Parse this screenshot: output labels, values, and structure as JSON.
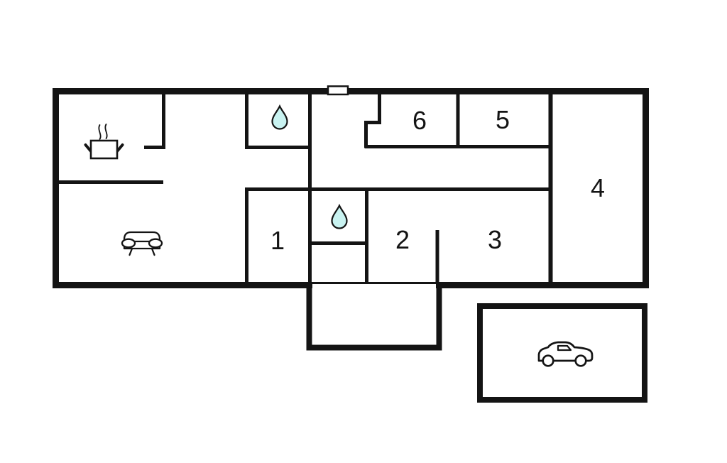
{
  "colors": {
    "wall": "#141414",
    "floor": "#ffffff",
    "water_drop_fill": "#c9f3f1"
  },
  "rooms": {
    "r1": {
      "label": "1"
    },
    "r2": {
      "label": "2"
    },
    "r3": {
      "label": "3"
    },
    "r4": {
      "label": "4"
    },
    "r5": {
      "label": "5"
    },
    "r6": {
      "label": "6"
    }
  },
  "icons": {
    "bathroom_top": "water-drop-icon",
    "bathroom_middle": "water-drop-icon",
    "kitchen": "cooking-pot-icon",
    "living_room": "sofa-icon",
    "garage": "car-icon",
    "entrance": "door-marker"
  }
}
